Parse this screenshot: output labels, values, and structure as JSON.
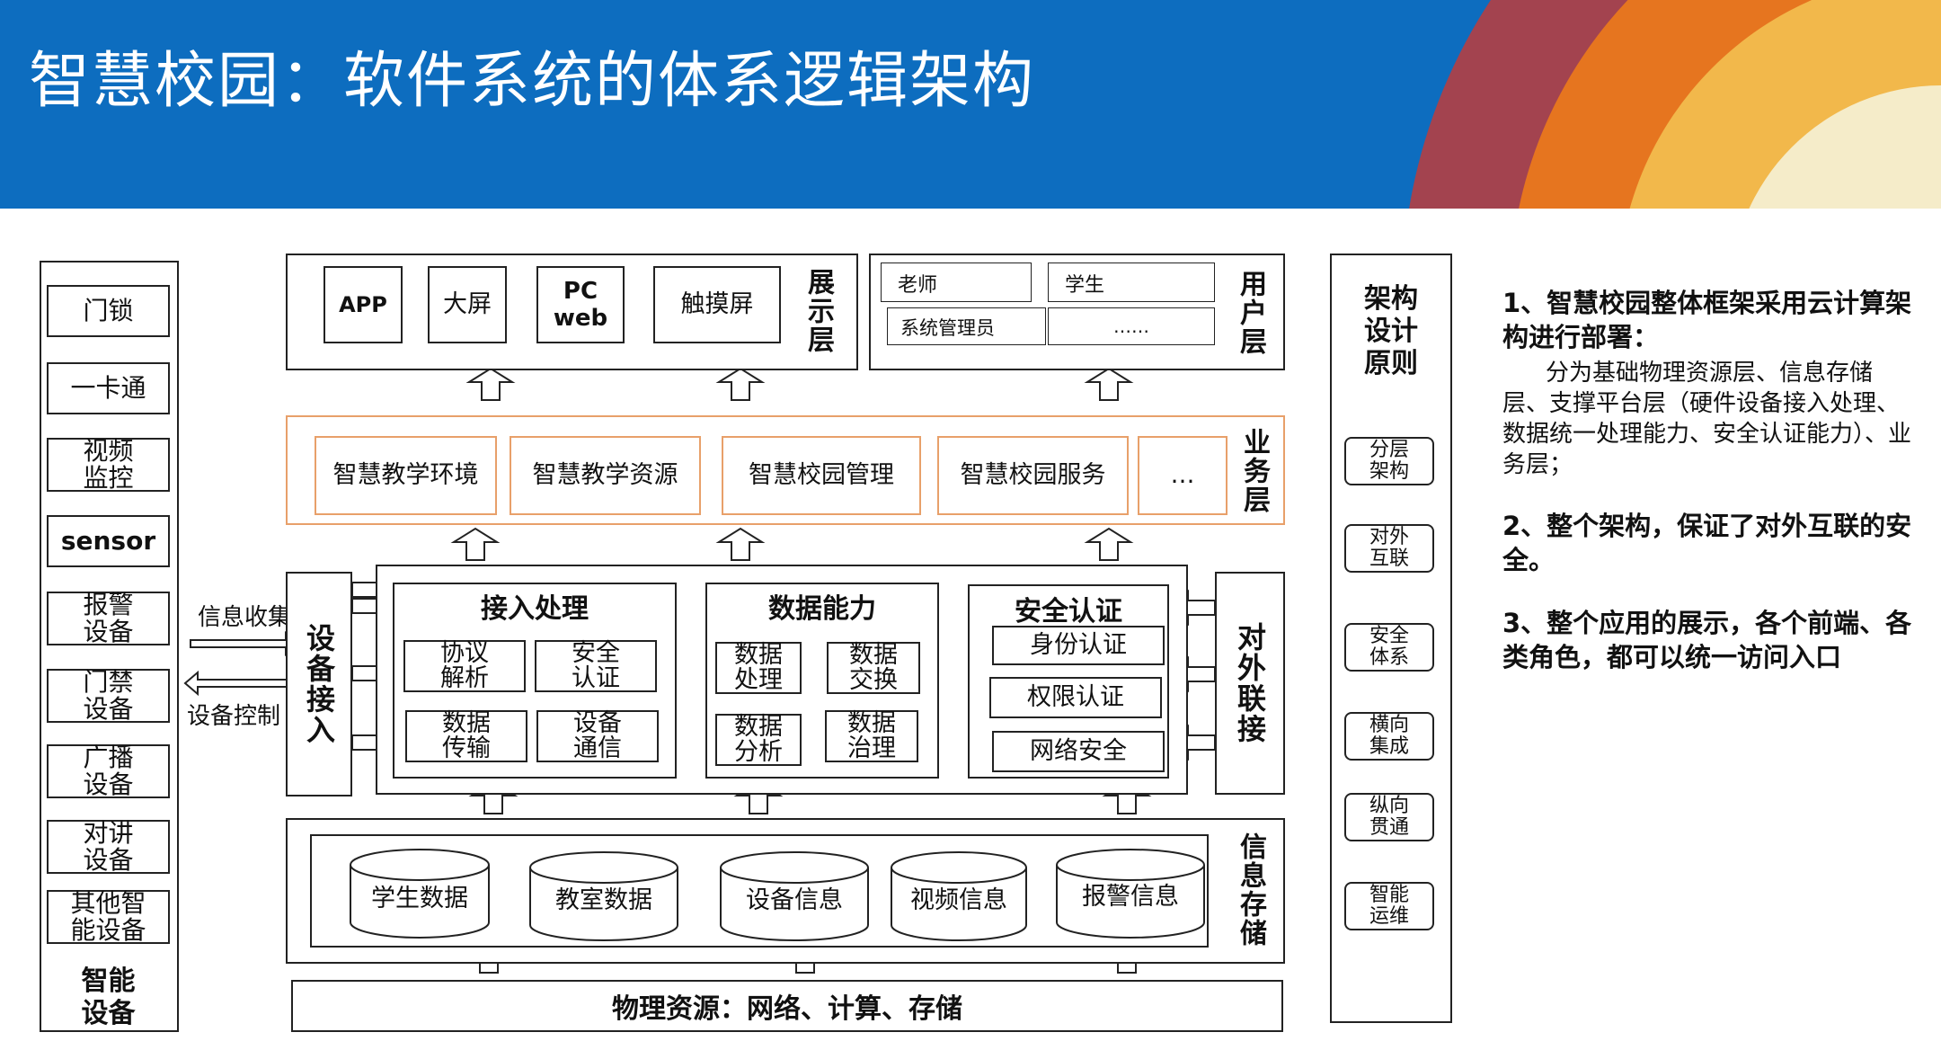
{
  "title": "智慧校园：软件系统的体系逻辑架构",
  "colors": {
    "header_blue": "#0d6dbf",
    "arc_red": "#a3434f",
    "arc_orange": "#e6751f",
    "arc_yellow": "#f2b84b",
    "arc_cream": "#f5ecc9",
    "business_border": "#e8a06a"
  },
  "devices": {
    "items": [
      "门锁",
      "一卡通",
      "视频\n监控",
      "sensor",
      "报警\n设备",
      "门禁\n设备",
      "广播\n设备",
      "对讲\n设备",
      "其他智\n能设备"
    ],
    "label": "智能\n设备"
  },
  "links": {
    "collect": "信息收集",
    "control": "设备控制"
  },
  "display_layer": {
    "label": "展示层",
    "items": [
      "APP",
      "大屏",
      "PC\nweb",
      "触摸屏"
    ]
  },
  "user_layer": {
    "label": "用户层",
    "items": [
      "老师",
      "学生",
      "系统管理员",
      "……"
    ]
  },
  "business_layer": {
    "label": "业务层",
    "items": [
      "智慧教学环境",
      "智慧教学资源",
      "智慧校园管理",
      "智慧校园服务",
      "…"
    ]
  },
  "device_access": {
    "label": "设备接入"
  },
  "external": {
    "label": "对外联接"
  },
  "access_processing": {
    "title": "接入处理",
    "items": [
      "协议\n解析",
      "安全\n认证",
      "数据\n传输",
      "设备\n通信"
    ]
  },
  "data_capability": {
    "title": "数据能力",
    "items": [
      "数据\n处理",
      "数据\n交换",
      "数据\n分析",
      "数据\n治理"
    ]
  },
  "security_auth": {
    "title": "安全认证",
    "items": [
      "身份认证",
      "权限认证",
      "网络安全"
    ]
  },
  "storage": {
    "label": "信息存储",
    "items": [
      "学生数据",
      "教室数据",
      "设备信息",
      "视频信息",
      "报警信息"
    ]
  },
  "physical": {
    "label": "物理资源：网络、计算、存储"
  },
  "principles": {
    "title": "架构\n设计\n原则",
    "items": [
      "分层\n架构",
      "对外\n互联",
      "安全\n体系",
      "横向\n集成",
      "纵向\n贯通",
      "智能\n运维"
    ]
  },
  "notes": {
    "p1_title": "1、智慧校园整体框架采用云计算架构进行部署：",
    "p1_body": "分为基础物理资源层、信息存储层、支撑平台层（硬件设备接入处理、数据统一处理能力、安全认证能力）、业务层；",
    "p2": "2、整个架构，保证了对外互联的安全。",
    "p3": "3、整个应用的展示，各个前端、各类角色，都可以统一访问入口"
  }
}
